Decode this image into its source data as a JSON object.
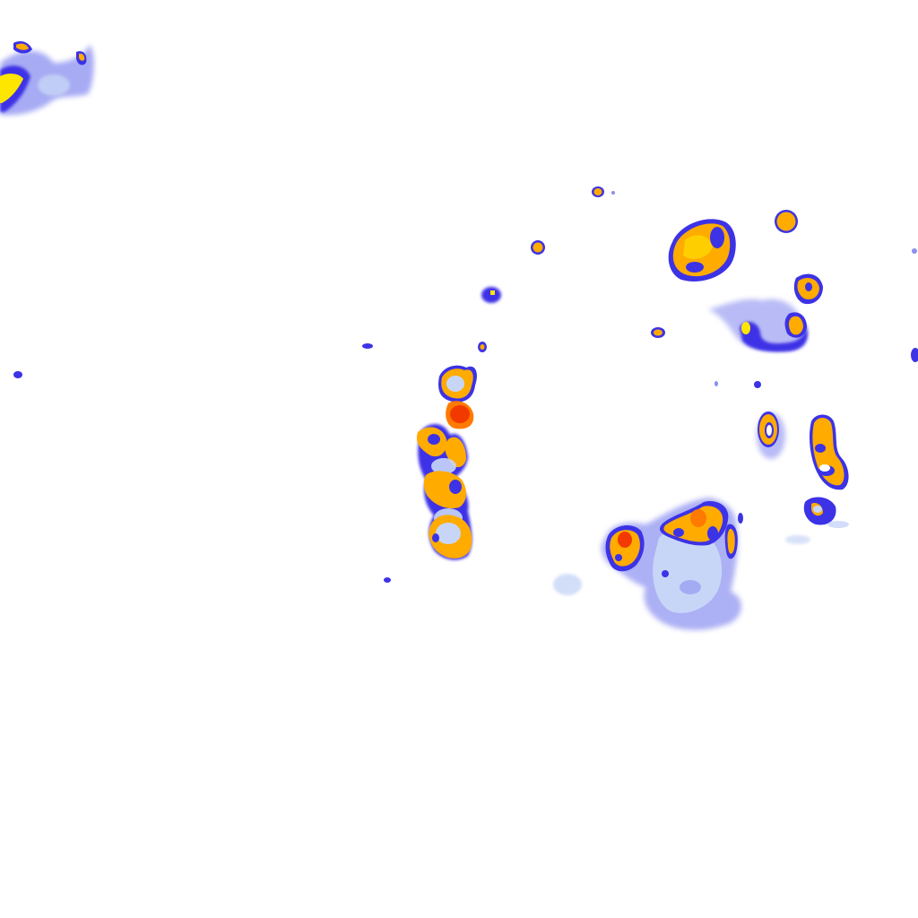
{
  "map": {
    "kind": "precipitation-radar-tile",
    "background": "#ffffff",
    "intensity_colors": {
      "very_light": "#c7d6f7",
      "light": "#8a8ff0",
      "moderate": "#3c32e6",
      "heavy": "#ffe600",
      "very_heavy": "#ffab00",
      "intense": "#ff7a00",
      "extreme": "#f23a00"
    },
    "echo_cells": [
      {
        "id": "nw-cluster",
        "peak": "very_heavy"
      },
      {
        "id": "n-small-1",
        "peak": "very_heavy"
      },
      {
        "id": "n-small-2",
        "peak": "very_heavy"
      },
      {
        "id": "ne-cell",
        "peak": "very_heavy"
      },
      {
        "id": "ne-small",
        "peak": "very_heavy"
      },
      {
        "id": "east-arc",
        "peak": "very_heavy"
      },
      {
        "id": "central-column",
        "peak": "extreme"
      },
      {
        "id": "east-pair-a",
        "peak": "very_heavy"
      },
      {
        "id": "east-pair-b",
        "peak": "very_heavy"
      },
      {
        "id": "south-east-complex",
        "peak": "intense"
      }
    ]
  }
}
